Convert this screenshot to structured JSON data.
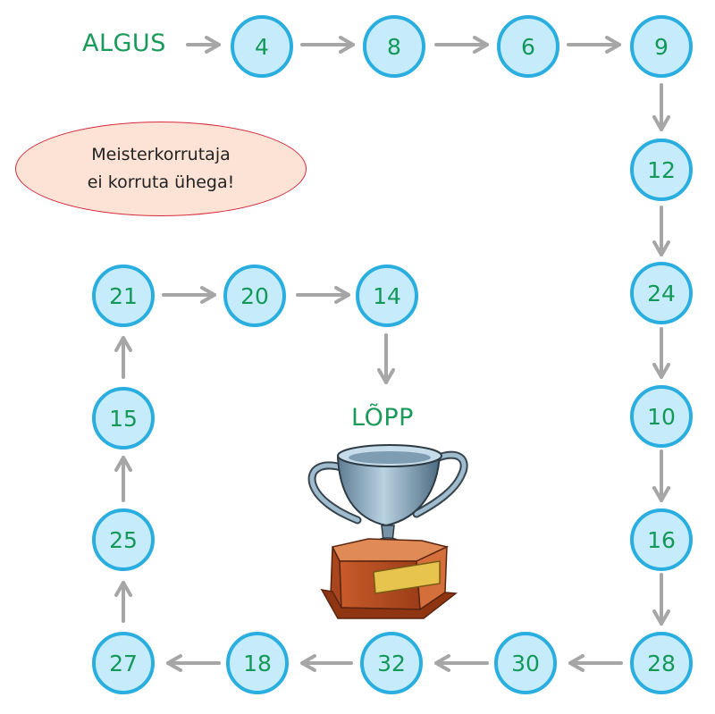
{
  "start_label": "ALGUS",
  "end_label": "LÕPP",
  "note": {
    "line1": "Meisterkorrutaja",
    "line2": "ei korruta ühega!"
  },
  "path_numbers": [
    "4",
    "8",
    "6",
    "9",
    "12",
    "24",
    "10",
    "16",
    "28",
    "30",
    "32",
    "18",
    "27",
    "25",
    "15",
    "21",
    "20",
    "14"
  ],
  "colors": {
    "circle_fill": "#c6ecfb",
    "circle_border": "#2aaee0",
    "number_text": "#14985a",
    "arrow": "#a6a6a6"
  },
  "icons": {
    "trophy": "trophy-icon"
  }
}
